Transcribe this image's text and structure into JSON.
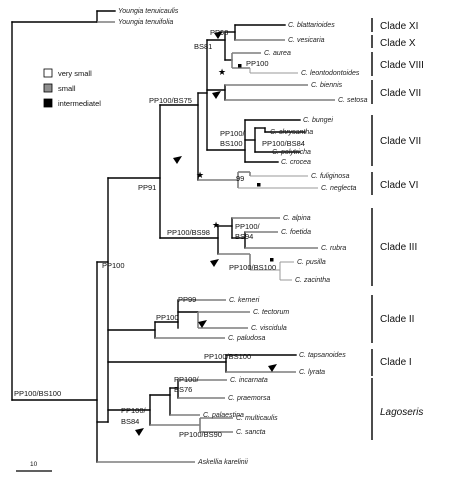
{
  "taxa": {
    "youngia_tenuicaulis": "Youngia tenuicaulis",
    "youngia_tenuifolia": "Youngia tenuifolia",
    "c_blattarioides": "C. blattarioides",
    "c_vesicaria": "C. vesicaria",
    "c_aurea": "C. aurea",
    "c_leontodontoides": "C. leontodontoides",
    "c_biennis": "C. biennis",
    "c_setosa": "C. setosa",
    "c_bungei": "C. bungei",
    "c_chrysantha": "C. chrysantha",
    "c_polytricha": "C. polytricha",
    "c_crocea": "C. crocea",
    "c_fuliginosa": "C. fuliginosa",
    "c_neglecta": "C. neglecta",
    "c_alpina": "C. alpina",
    "c_foetida": "C. foetida",
    "c_rubra": "C. rubra",
    "c_pusilla": "C. pusilla",
    "c_zacintha": "C. zacintha",
    "c_kerneri": "C. kerneri",
    "c_tectorum": "C. tectorum",
    "c_viscidula": "C. viscidula",
    "c_paludosa": "C. paludosa",
    "c_tapsanoides": "C. tapsanoides",
    "c_lyrata": "C. lyrata",
    "c_incarnata": "C. incarnata",
    "c_praemorsa": "C. praemorsa",
    "c_palaestina": "C. palaestina",
    "c_multicaulis": "C. multicaulis",
    "c_sancta": "C. sancta",
    "askellia_karelinii": "Askellia karelinii"
  },
  "support": {
    "pp98": "PP98",
    "bs81": "BS81",
    "pp100_viii": "PP100",
    "pp100_bs75": "PP100/BS75",
    "pp100_bs100_vii_a": "PP100/",
    "pp100_bs100_vii_b": "BS100",
    "pp100_bs84_vii": "PP100/BS84",
    "val_99": "99",
    "pp91": "PP91",
    "pp100_bs98": "PP100/BS98",
    "pp100_bs94_a": "PP100/",
    "pp100_bs94_b": "BS94",
    "pp100_bs100_iii": "PP100/BS100",
    "pp100_main": "PP100",
    "pp99": "PP99",
    "pp100_ii": "PP100",
    "pp100_bs100_i": "PP100/BS100",
    "pp100_bs76_a": "PP100/",
    "pp100_bs76_b": "BS76",
    "pp100_bs84_a": "PP100/",
    "pp100_bs84_b": "BS84",
    "pp100_bs90": "PP100/BS90",
    "pp100_bs100_root": "PP100/BS100"
  },
  "clades": {
    "xi": "Clade XI",
    "x": "Clade X",
    "viii": "Clade VIII",
    "vii_upper": "Clade VII",
    "vii_lower": "Clade VII",
    "vi": "Clade VI",
    "iii": "Clade III",
    "ii": "Clade II",
    "i": "Clade I",
    "lagoseris": "Lagoseris"
  },
  "legend": {
    "very_small": "very small",
    "small": "small",
    "intermediate": "intermediatel"
  },
  "scale_label": "10",
  "colors": {
    "black_branch": "#000000",
    "grey_branch": "#7d7d7d",
    "open_branch": "#9a9a9a"
  }
}
